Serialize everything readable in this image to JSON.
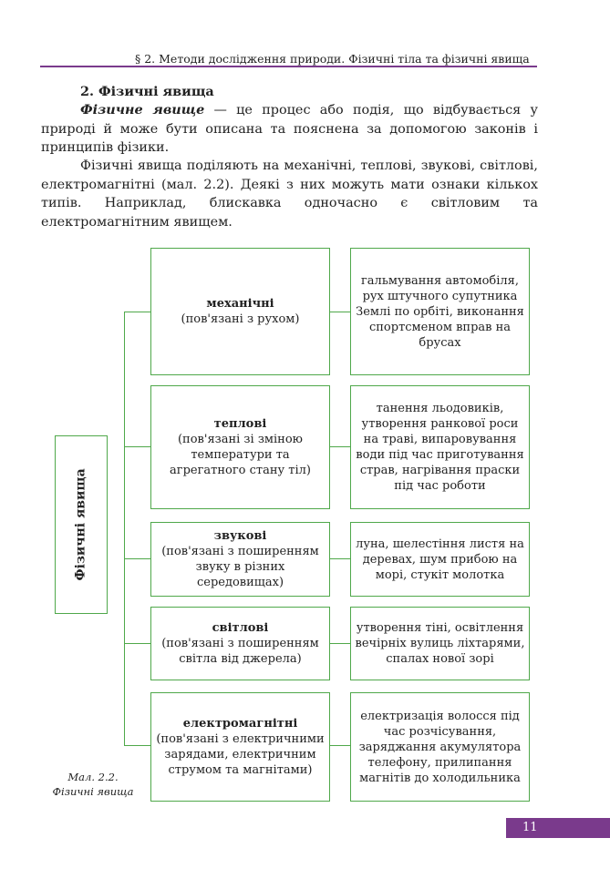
{
  "header": {
    "section": "§ 2. Методи дослідження природи. Фізичні тіла та фізичні явища"
  },
  "section_title": "2. Фізичні явища",
  "paragraph1": {
    "term": "Фізичне явище",
    "rest": " — це процес або подія, що відбувається у природі й може бути описана та пояснена за допомогою законів і принципів фізики."
  },
  "paragraph2": "Фізичні явища поділяють на механічні, теплові, звукові, світлові, електромагнітні (мал. 2.2). Деякі з них можуть мати ознаки кількох типів. Наприклад, блискавка одночасно є світловим та електромагнітним явищем.",
  "diagram": {
    "root": "Фізичні явища",
    "categories": [
      {
        "name": "механічні",
        "desc": "(пов'язані з рухом)",
        "examples": "гальмування автомобіля, рух штучного супутника Землі по орбіті, виконання спортсменом вправ на брусах"
      },
      {
        "name": "теплові",
        "desc": "(пов'язані зі зміною температури та агрегатного стану тіл)",
        "examples": "танення льодовиків, утворення ранкової роси на траві, випаровування води під час приготування страв, нагрівання праски під час роботи"
      },
      {
        "name": "звукові",
        "desc": "(пов'язані з поширенням звуку в різних середовищах)",
        "examples": "луна, шелестіння листя на деревах, шум прибою на морі, стукіт молотка"
      },
      {
        "name": "світлові",
        "desc": "(пов'язані з поширенням світла від джерела)",
        "examples": "утворення тіні, освітлення вечірніх вулиць ліхтарями, спалах нової зорі"
      },
      {
        "name": "електромагнітні",
        "desc": "(пов'язані з електричними зарядами, електричним струмом та магнітами)",
        "examples": "електризація волосся під час розчісування, заряджання акумулятора телефону, прилипання магнітів до холодильника"
      }
    ]
  },
  "caption": {
    "number": "Мал. 2.2.",
    "title": "Фізичні явища"
  },
  "page_number": "11",
  "colors": {
    "accent": "#7a3a8c",
    "diagram_line": "#4fa84a"
  }
}
